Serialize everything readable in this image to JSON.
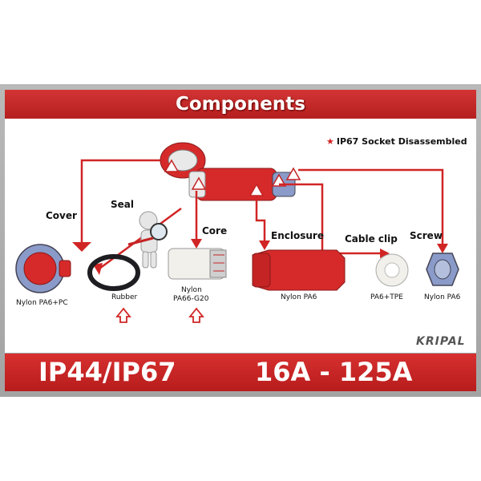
{
  "title": "Components",
  "legend": {
    "star_icon": "star-icon",
    "text": "IP67 Socket Disassembled"
  },
  "labels": {
    "cover": "Cover",
    "seal": "Seal",
    "core": "Core",
    "enclosure": "Enclosure",
    "cable_clip": "Cable clip",
    "screw": "Screw"
  },
  "materials": {
    "cover": "Nylon PA6+PC",
    "seal": "Rubber",
    "core_line1": "Nylon",
    "core_line2": "PA66-G20",
    "enclosure": "Nylon PA6",
    "cable_clip": "PA6+TPE",
    "screw": "Nylon PA6"
  },
  "brand": "KRIPAL",
  "banner": {
    "protection": "IP44/IP67",
    "rating": "16A - 125A"
  },
  "colors": {
    "accent": "#c42424",
    "part_red": "#d62a2a",
    "part_blue": "#8a9bc9",
    "part_white": "#f2f0ea"
  }
}
